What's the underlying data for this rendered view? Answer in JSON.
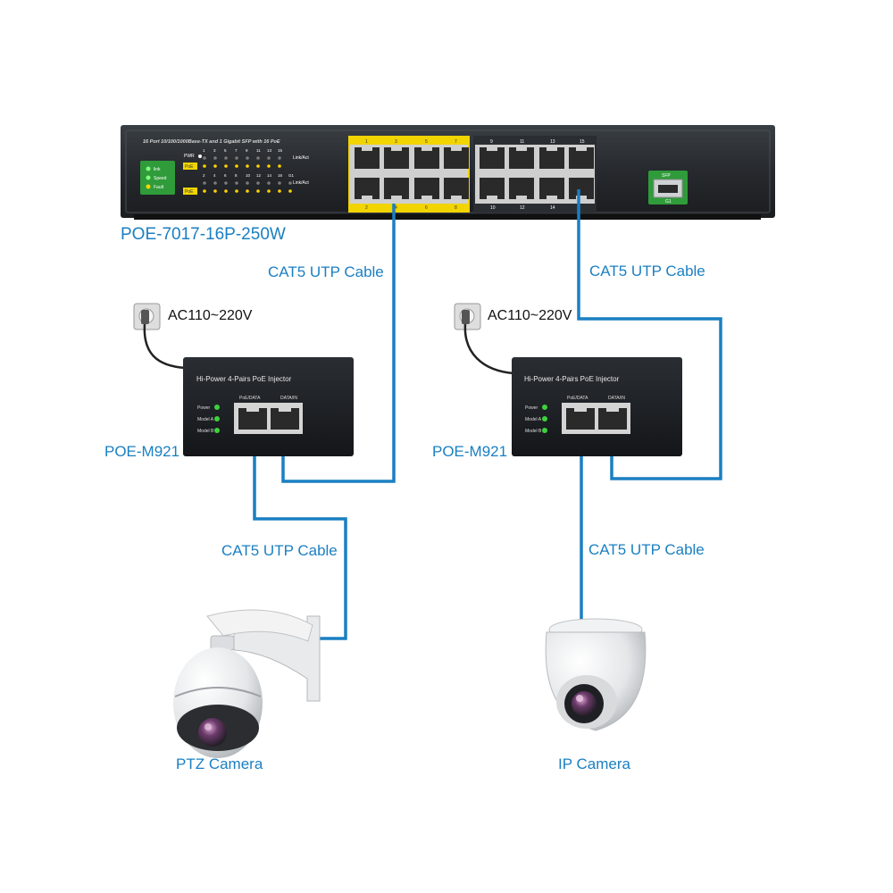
{
  "switch": {
    "model": "POE-7017-16P-250W",
    "title": "16 Port 10/100/1000Base-TX and 1 Gigabit SFP with 16 PoE",
    "pwr_label": "PWR",
    "poe_label": "PoE",
    "link_act_label": "Link/Act",
    "status_leds": [
      "link",
      "Speed",
      "Fault"
    ],
    "odd_ports": [
      "1",
      "3",
      "5",
      "7",
      "9",
      "11",
      "13",
      "15"
    ],
    "even_ports": [
      "2",
      "4",
      "6",
      "8",
      "10",
      "12",
      "14"
    ],
    "led_top_nums": [
      "1",
      "3",
      "5",
      "7",
      "9",
      "11",
      "13",
      "15"
    ],
    "led_bot_nums": [
      "2",
      "4",
      "6",
      "8",
      "10",
      "12",
      "14",
      "16",
      "G1"
    ],
    "sfp_label": "SFP",
    "sfp_port": "G1"
  },
  "injectors": [
    {
      "model": "POE-M921",
      "title": "Hi-Power 4-Pairs PoE Injector",
      "port_poe": "PoE/DATA",
      "port_data": "DATA/IN",
      "leds": [
        "Power",
        "Model A",
        "Model B"
      ],
      "ac": "AC110~220V"
    },
    {
      "model": "POE-M921",
      "title": "Hi-Power 4-Pairs PoE Injector",
      "port_poe": "PoE/DATA",
      "port_data": "DATA/IN",
      "leds": [
        "Power",
        "Model A",
        "Model B"
      ],
      "ac": "AC110~220V"
    }
  ],
  "cables": {
    "switch_left": "CAT5 UTP Cable",
    "switch_right": "CAT5 UTP Cable",
    "cam_left": "CAT5 UTP Cable",
    "cam_right": "CAT5 UTP Cable"
  },
  "cameras": {
    "ptz": "PTZ Camera",
    "ip": "IP Camera"
  },
  "colors": {
    "cable": "#1a7fc2",
    "label_blue": "#1a7fc2",
    "device_dark": "#23272b",
    "led_green": "#3cd23c",
    "poe_yellow": "#f2d400"
  }
}
